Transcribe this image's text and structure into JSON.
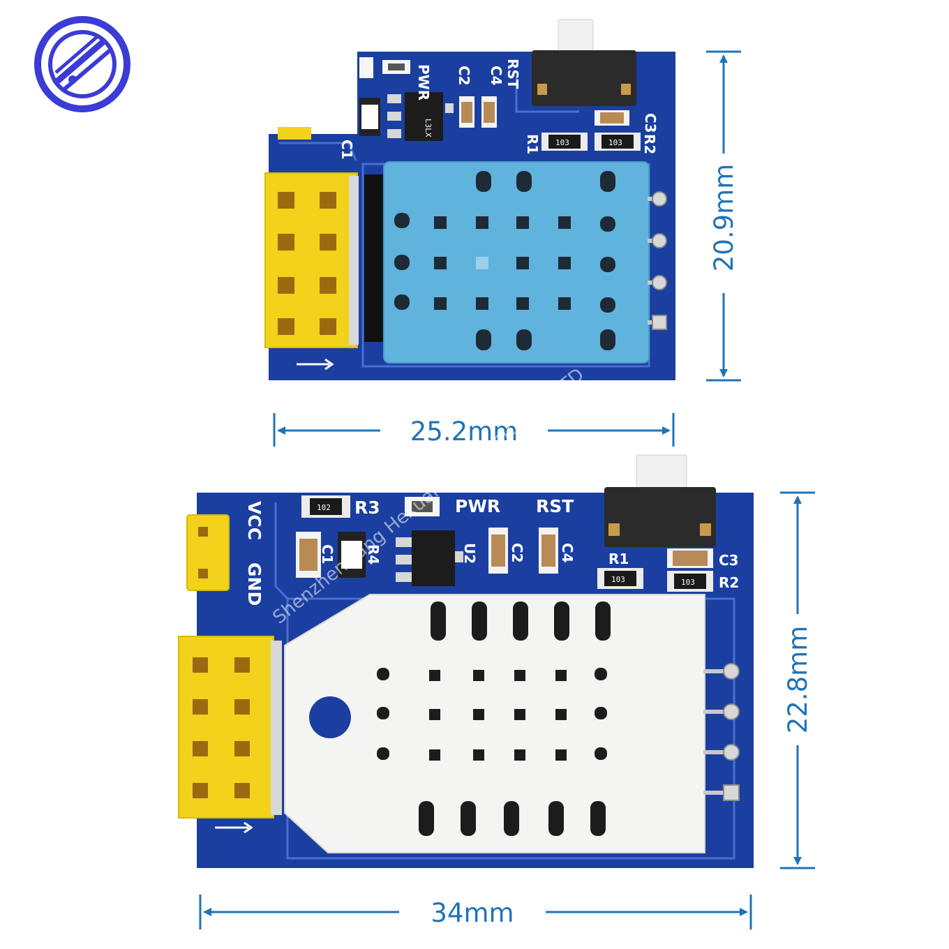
{
  "dimensions": {
    "top_height": "20.9mm",
    "top_width": "25.2mm",
    "bottom_height": "22.8mm",
    "bottom_width": "34mm"
  },
  "top_board": {
    "silkscreen": {
      "pwr": "PWR",
      "rst": "RST",
      "c2": "C2",
      "c4": "C4",
      "c1": "C1",
      "c3": "C3",
      "r1": "R1",
      "r2": "R2",
      "chip_u2": "L3LX",
      "res_r1": "103",
      "res_r2": "103"
    }
  },
  "bottom_board": {
    "silkscreen": {
      "vcc": "VCC",
      "gnd": "GND",
      "r3": "R3",
      "pwr": "PWR",
      "rst": "RST",
      "c1": "C1",
      "r4": "R4",
      "u2": "U2",
      "c2": "C2",
      "c4": "C4",
      "r1": "R1",
      "c3": "C3",
      "r2": "R2",
      "res_r3": "102",
      "res_r1": "103",
      "res_r2": "103"
    }
  },
  "watermark": "Shenzhen Yang Hexuan electronics co., LTD",
  "colors": {
    "pcb": "#1a3fa0",
    "dimension": "#1f73b8",
    "header": "#f2d21b",
    "sensor_top": "#5fb3dc",
    "sensor_bottom": "#f4f4f2",
    "logo": "#3b3bd6"
  },
  "icons": {
    "logo": "company-logo-icon"
  }
}
